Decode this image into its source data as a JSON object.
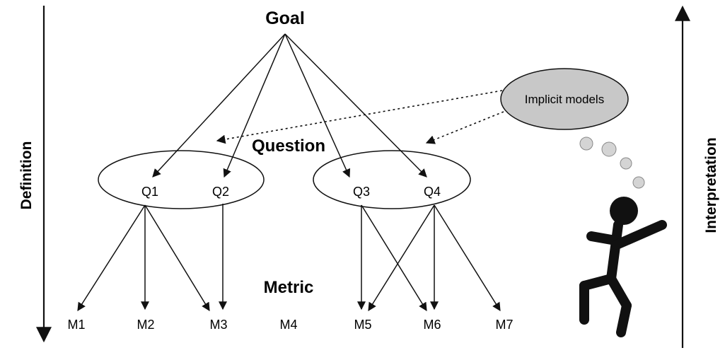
{
  "labels": {
    "goal": "Goal",
    "question": "Question",
    "metric": "Metric",
    "definition": "Definition",
    "interpretation": "Interpretation",
    "implicit_models": "Implicit models"
  },
  "questions": [
    "Q1",
    "Q2",
    "Q3",
    "Q4"
  ],
  "metrics": [
    "M1",
    "M2",
    "M3",
    "M4",
    "M5",
    "M6",
    "M7"
  ],
  "edges_goal_to_question": [
    "Q1",
    "Q2",
    "Q3",
    "Q4"
  ],
  "edges_question_to_metric": [
    {
      "from": "Q1",
      "to": "M1"
    },
    {
      "from": "Q1",
      "to": "M2"
    },
    {
      "from": "Q1",
      "to": "M3"
    },
    {
      "from": "Q2",
      "to": "M3"
    },
    {
      "from": "Q3",
      "to": "M5"
    },
    {
      "from": "Q3",
      "to": "M6"
    },
    {
      "from": "Q4",
      "to": "M5"
    },
    {
      "from": "Q4",
      "to": "M6"
    },
    {
      "from": "Q4",
      "to": "M7"
    }
  ],
  "implicit_model_targets": [
    "Q1-Q2 group",
    "Q3-Q4 group"
  ],
  "colors": {
    "ink": "#111111",
    "cloud_fill": "#c8c8c8",
    "bubble_fill": "#d4d4d4"
  }
}
